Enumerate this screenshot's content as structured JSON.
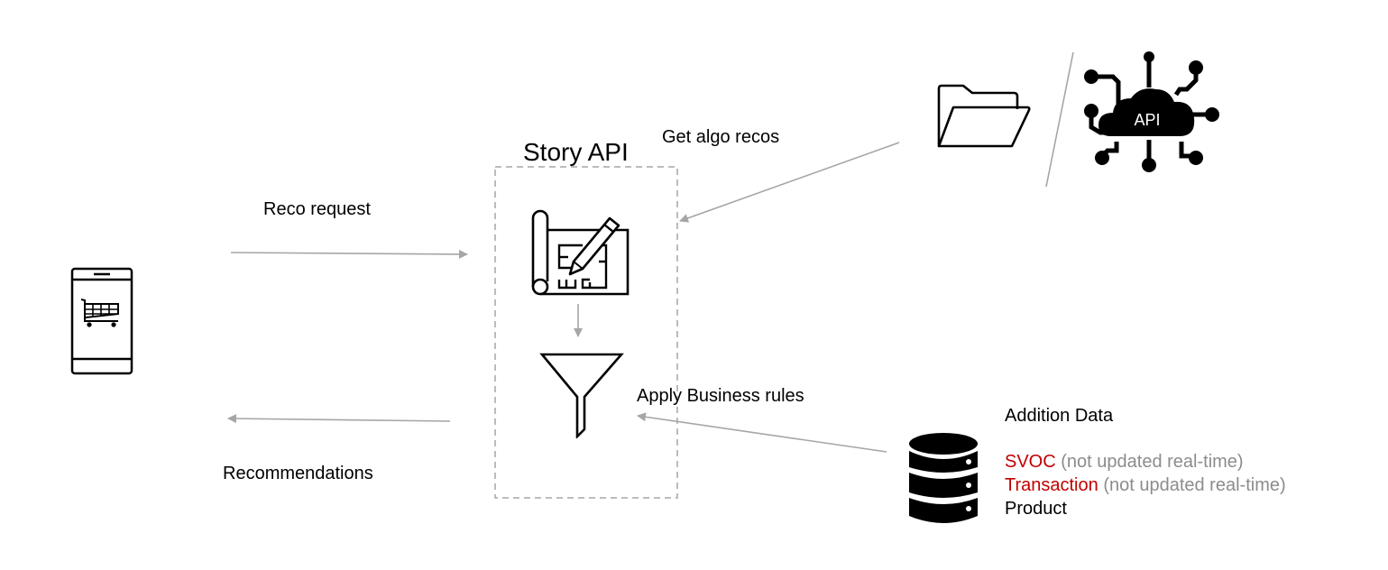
{
  "diagram": {
    "container": {
      "title": "Story API"
    },
    "labels": {
      "reco_request": "Reco request",
      "recommendations": "Recommendations",
      "get_algo_recos": "Get algo recos",
      "apply_business_rules": "Apply Business rules"
    },
    "sources": {
      "api_icon_text": "API"
    },
    "addition_data": {
      "heading": "Addition Data",
      "items": [
        {
          "name": "SVOC",
          "note": "(not updated real-time)",
          "name_color": "#c00000"
        },
        {
          "name": "Transaction",
          "note": "(not updated real-time)",
          "name_color": "#c00000"
        },
        {
          "name": "Product",
          "note": "",
          "name_color": "#000000"
        }
      ]
    },
    "icons": {
      "client": "mobile-shopping-cart-icon",
      "story_builder": "blueprint-pencil-icon",
      "filter": "funnel-icon",
      "file_source": "open-folder-icon",
      "api_source": "cloud-api-icon",
      "database": "database-icon"
    },
    "colors": {
      "arrow": "#a6a6a6",
      "dash_border": "#a6a6a6",
      "highlight": "#c00000",
      "note": "#8c8c8c"
    }
  }
}
